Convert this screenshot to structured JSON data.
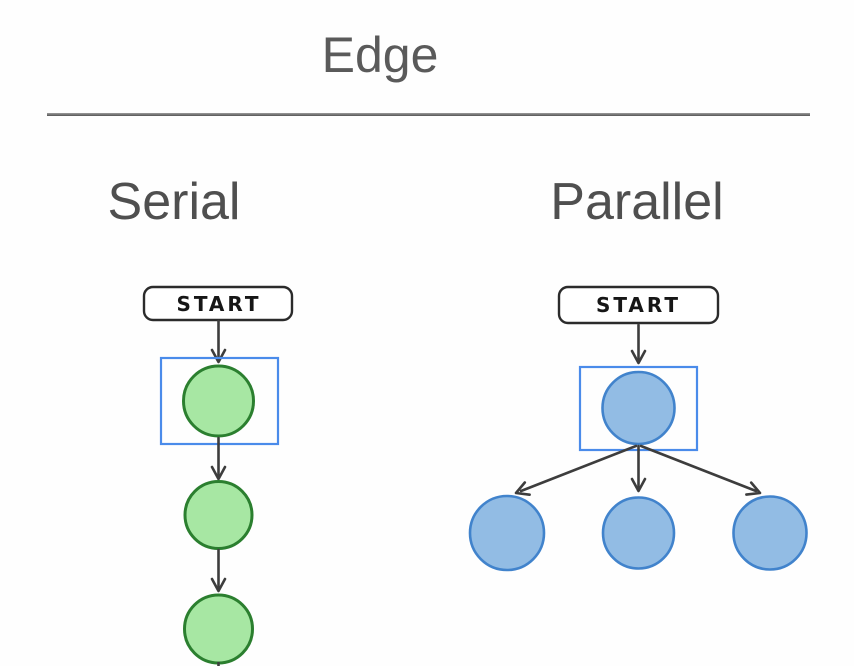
{
  "page": {
    "title": "Edge"
  },
  "sections": {
    "serial": {
      "label": "Serial",
      "start_label": "START",
      "node_count": 3
    },
    "parallel": {
      "label": "Parallel",
      "start_label": "START",
      "child_count": 3
    }
  },
  "colors": {
    "title_text": "#5a5a5a",
    "section_text": "#4f4f4f",
    "divider": "#777777",
    "arrow": "#3d3d3d",
    "start_box_border": "#2b2b2b",
    "start_box_fill": "#ffffff",
    "serial_node_fill": "#a7e7a3",
    "serial_node_border": "#2b7f2f",
    "parallel_node_fill": "#92bce4",
    "parallel_node_border": "#4183cc",
    "selection_box": "#4a8bea"
  }
}
